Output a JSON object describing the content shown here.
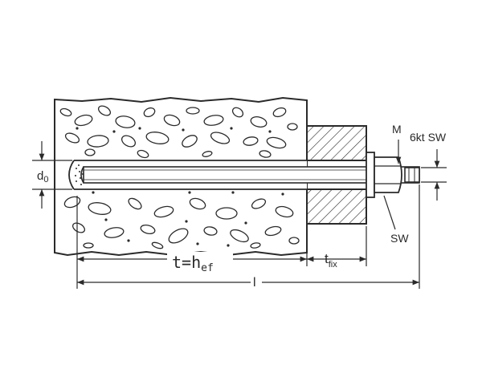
{
  "labels": {
    "d0": "d",
    "d0_sub": "0",
    "t_hef": "t=h",
    "t_hef_sub": "ef",
    "tfix": "t",
    "tfix_sub": "fix",
    "l": "l",
    "M": "M",
    "hex_sw": "6kt SW",
    "sw": "SW"
  },
  "colors": {
    "line": "#2a2a2a",
    "concrete": "#f4f4f4",
    "fixture": "#e8e8e8",
    "bore": "#ffffff"
  }
}
